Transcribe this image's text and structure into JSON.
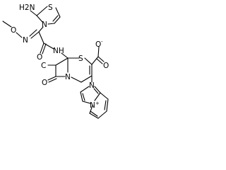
{
  "molecule": {
    "atom_labels": {
      "amine": "H2N",
      "thiazole_n": "N",
      "thiazole_s": "S",
      "methoxy_o": "O",
      "oxime_n": "N",
      "amide_o": "O",
      "amide_nh": "NH",
      "methyl_c": "C",
      "ring_s": "S",
      "lactam_n": "N",
      "lactam_o": "O",
      "carboxylate_o1": "O",
      "carboxylate_o2": "O",
      "imidazole_n": "N",
      "pyridinium_n": "N"
    },
    "charges": {
      "carboxylate": "-",
      "pyridinium": "+"
    }
  }
}
